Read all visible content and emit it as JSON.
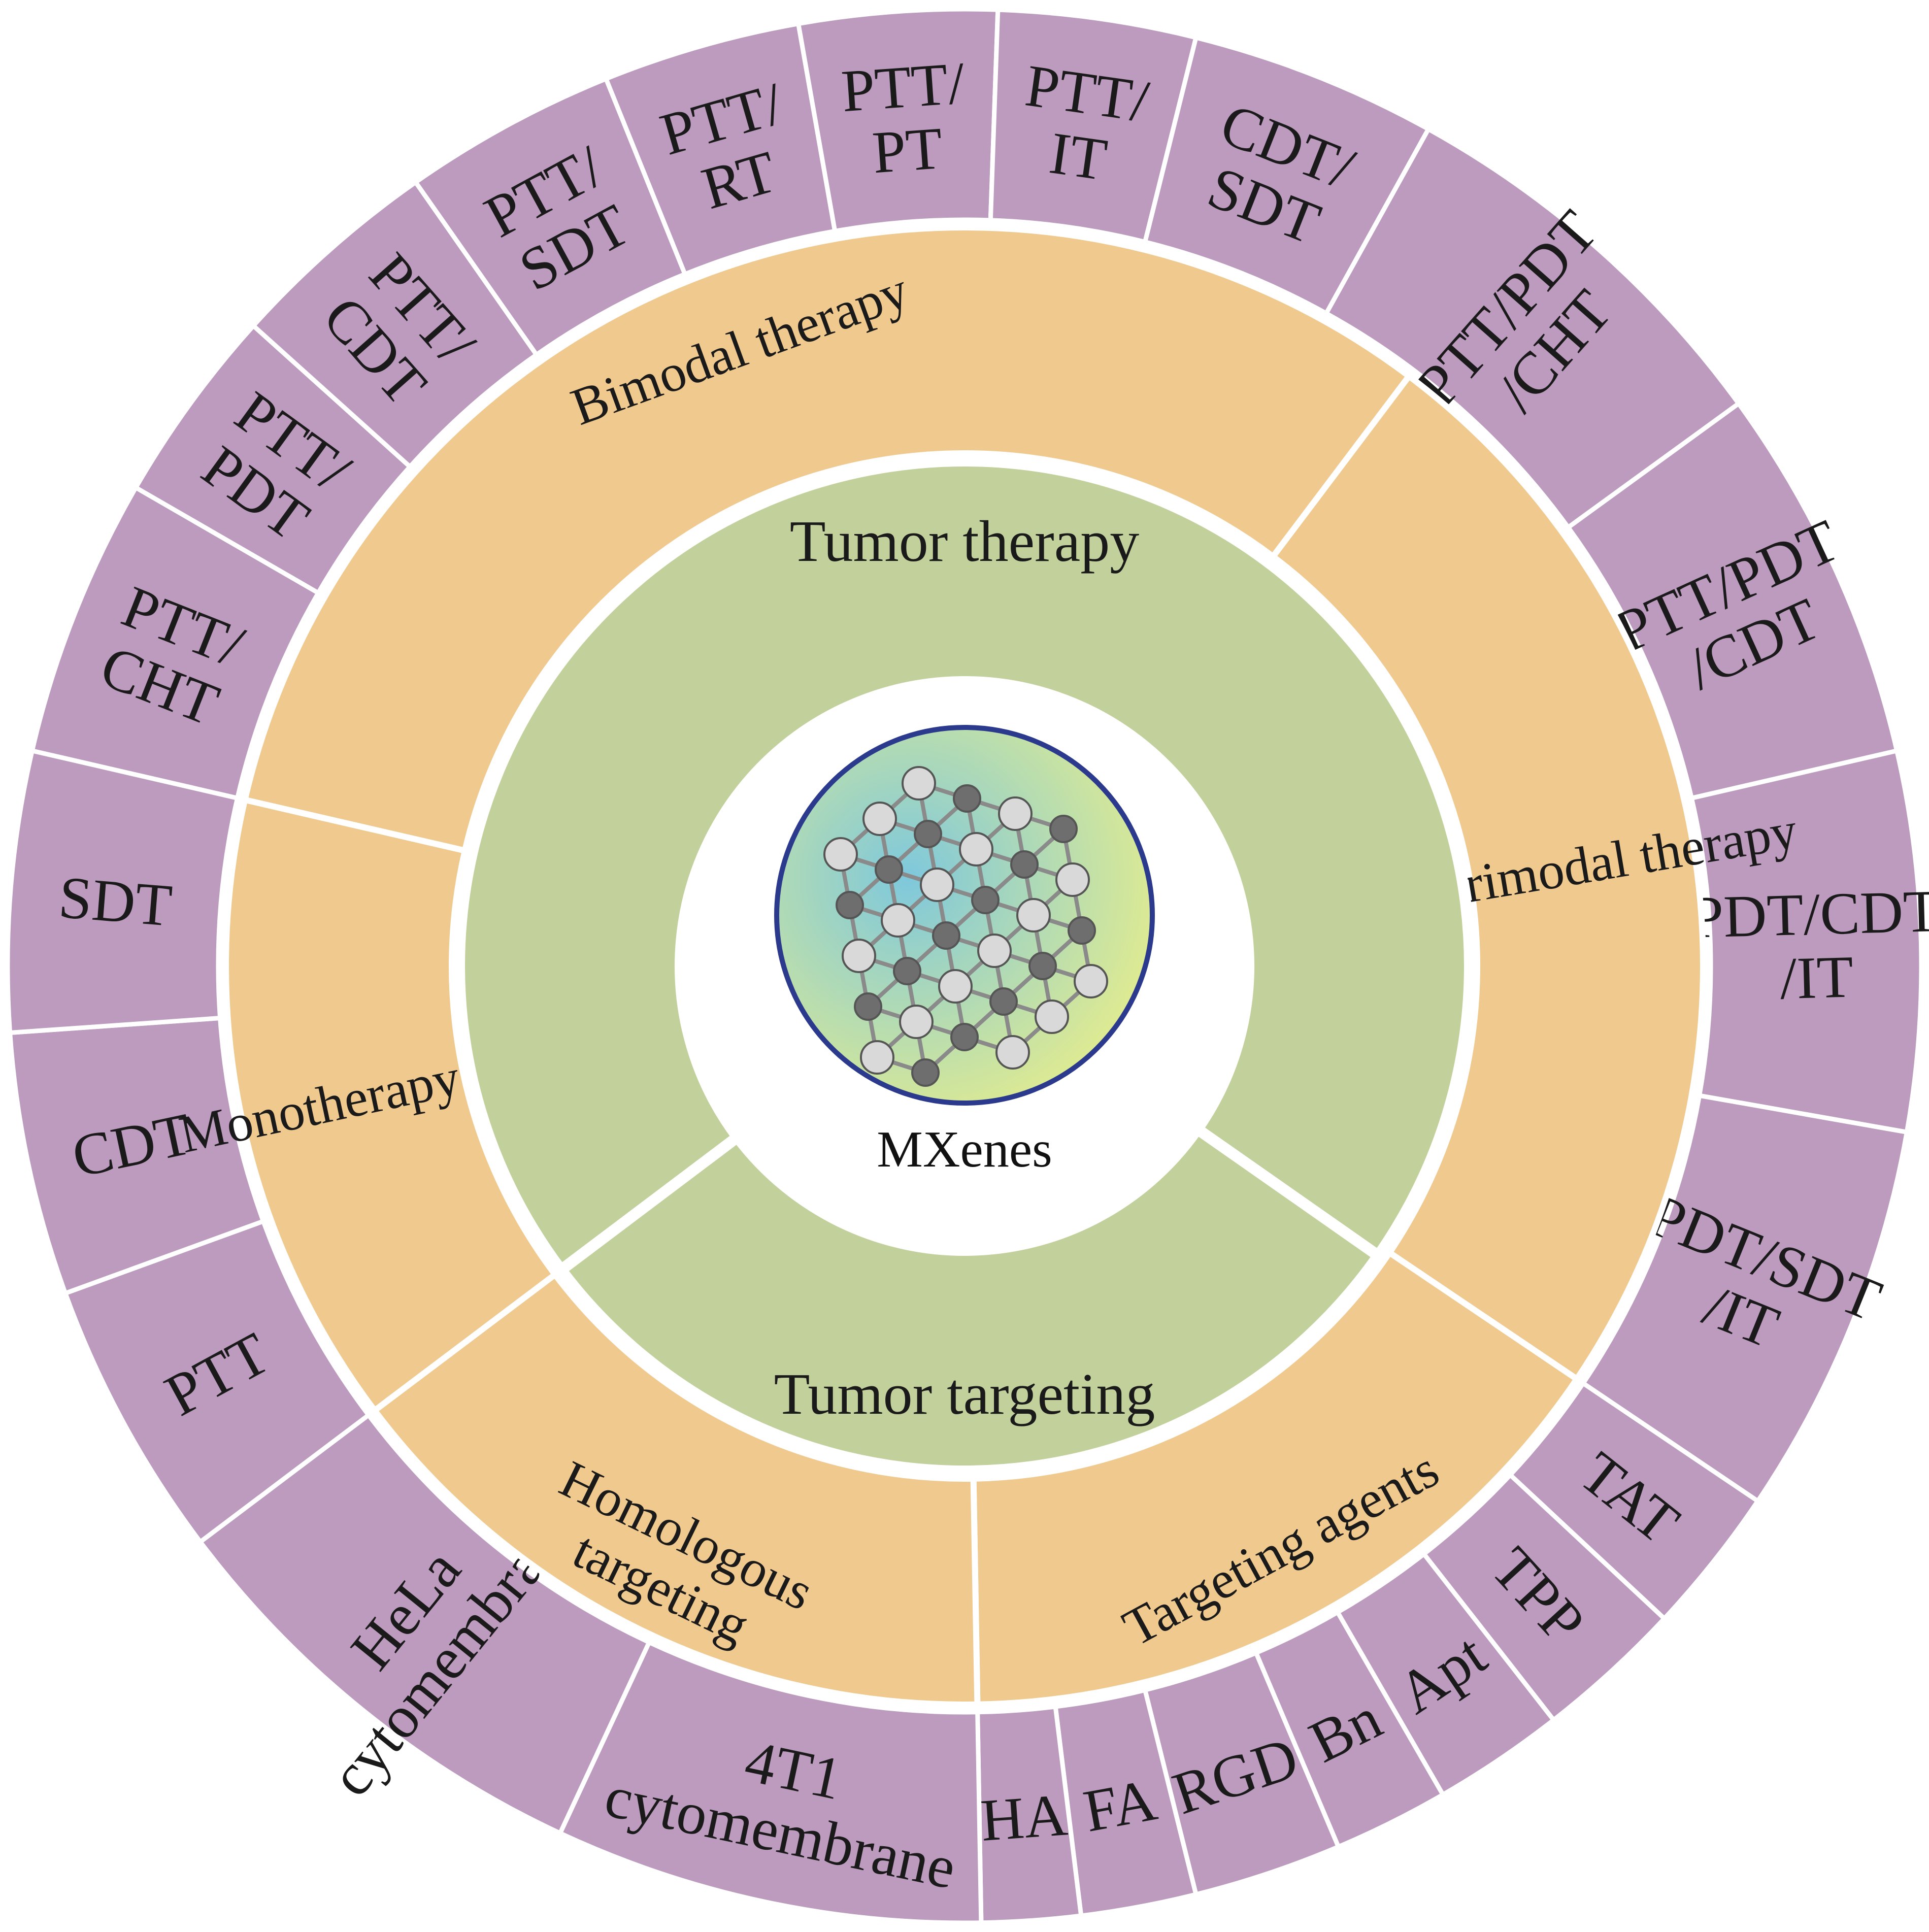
{
  "center": {
    "label": "MXenes",
    "icon": "mxene-lattice-icon",
    "gradient": [
      "#7ec8dc",
      "#e8ee8a"
    ],
    "rim_color": "#2b3a8c"
  },
  "colors": {
    "outer": "#bc9bbe",
    "middle": "#f0c98e",
    "inner": "#c2d19c",
    "separator": "#ffffff"
  },
  "inner": [
    {
      "id": "tumor-therapy",
      "label": "Tumor therapy",
      "start": -127,
      "end": 125
    },
    {
      "id": "tumor-targeting",
      "label": "Tumor targeting",
      "start": 125,
      "end": 233
    }
  ],
  "middle": [
    {
      "id": "bimodal-therapy",
      "label": "Bimodal therapy",
      "start": -77,
      "end": 37
    },
    {
      "id": "trimodal-therapy",
      "label": "Trimodal therapy",
      "start": 37,
      "end": 124
    },
    {
      "id": "targeting-agents",
      "label": "Targeting agents",
      "start": 124,
      "end": 179
    },
    {
      "id": "homologous-targeting",
      "label": [
        "Homologous",
        "targeting"
      ],
      "start": 179,
      "end": 233
    },
    {
      "id": "monotherapy",
      "label": "Monotherapy",
      "start": 233,
      "end": 283
    }
  ],
  "outer": [
    {
      "label": [
        "PTT/",
        "CHT"
      ],
      "start": -77,
      "end": -60
    },
    {
      "label": [
        "PTT/",
        "PDT"
      ],
      "start": -60,
      "end": -48
    },
    {
      "label": [
        "PTT/",
        "CDT"
      ],
      "start": -48,
      "end": -35
    },
    {
      "label": [
        "PTT/",
        "SDT"
      ],
      "start": -35,
      "end": -22
    },
    {
      "label": [
        "PTT/",
        "RT"
      ],
      "start": -22,
      "end": -10
    },
    {
      "label": [
        "PTT/",
        "PT"
      ],
      "start": -10,
      "end": 2
    },
    {
      "label": [
        "PTT/",
        "IT"
      ],
      "start": 2,
      "end": 14
    },
    {
      "label": [
        "CDT/",
        "SDT"
      ],
      "start": 14,
      "end": 29
    },
    {
      "label": [
        "PTT/PDT",
        "/CHT"
      ],
      "start": 29,
      "end": 54
    },
    {
      "label": [
        "PTT/PDT",
        "/CDT"
      ],
      "start": 54,
      "end": 77
    },
    {
      "label": [
        "PDT/CDT",
        "/IT"
      ],
      "start": 77,
      "end": 100
    },
    {
      "label": [
        "PDT/SDT",
        "/IT"
      ],
      "start": 100,
      "end": 124
    },
    {
      "label": [
        "TAT"
      ],
      "start": 124,
      "end": 133
    },
    {
      "label": [
        "TPP"
      ],
      "start": 133,
      "end": 142
    },
    {
      "label": [
        "Apt"
      ],
      "start": 142,
      "end": 150
    },
    {
      "label": [
        "Bn"
      ],
      "start": 150,
      "end": 157
    },
    {
      "label": [
        "RGD"
      ],
      "start": 157,
      "end": 166
    },
    {
      "label": [
        "FA"
      ],
      "start": 166,
      "end": 173
    },
    {
      "label": [
        "HA"
      ],
      "start": 173,
      "end": 179
    },
    {
      "label": [
        "4T1",
        "cytomembrane"
      ],
      "start": 179,
      "end": 205
    },
    {
      "label": [
        "HeLa",
        "cytomembrane"
      ],
      "start": 205,
      "end": 233
    },
    {
      "label": [
        "PTT"
      ],
      "start": 233,
      "end": 250
    },
    {
      "label": [
        "CDT"
      ],
      "start": 250,
      "end": 266
    },
    {
      "label": [
        "SDT"
      ],
      "start": 266,
      "end": 283
    }
  ]
}
